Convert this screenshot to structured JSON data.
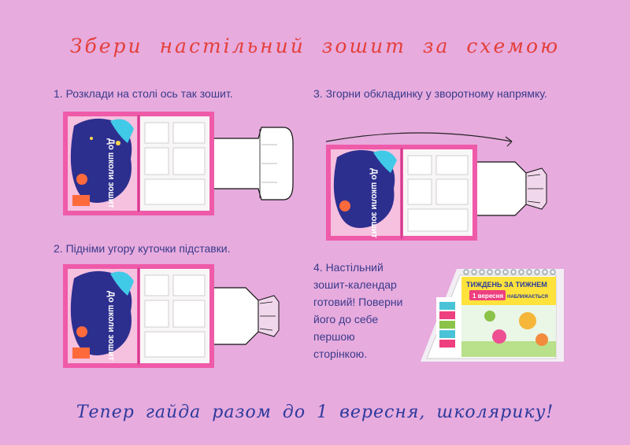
{
  "title": "Збери настільний зошит за схемою",
  "steps": [
    {
      "text": "1. Розклади на столі ось так зошит."
    },
    {
      "text": "2. Підніми угору куточки підставки."
    },
    {
      "text": "3. Згорни обкладинку у зворотному напрямку."
    },
    {
      "text": "4. Настільний зошит-календар готовий! Поверни його до себе першою сторінкою."
    }
  ],
  "cover_text": "До школи зошит",
  "calendar": {
    "line1": "ТИЖДЕНЬ ЗА ТИЖНЕМ",
    "highlight": "1 вересня",
    "line2": "НАБЛИЖАЄТЬСЯ"
  },
  "footer": "Тепер гайда разом до 1 вересня, школярику!",
  "colors": {
    "title": "#e4403a",
    "footer": "#2c3a9c",
    "background": "#e7abde",
    "cover_pink": "#ef5aa9",
    "cover_blue": "#2d2f8f"
  }
}
